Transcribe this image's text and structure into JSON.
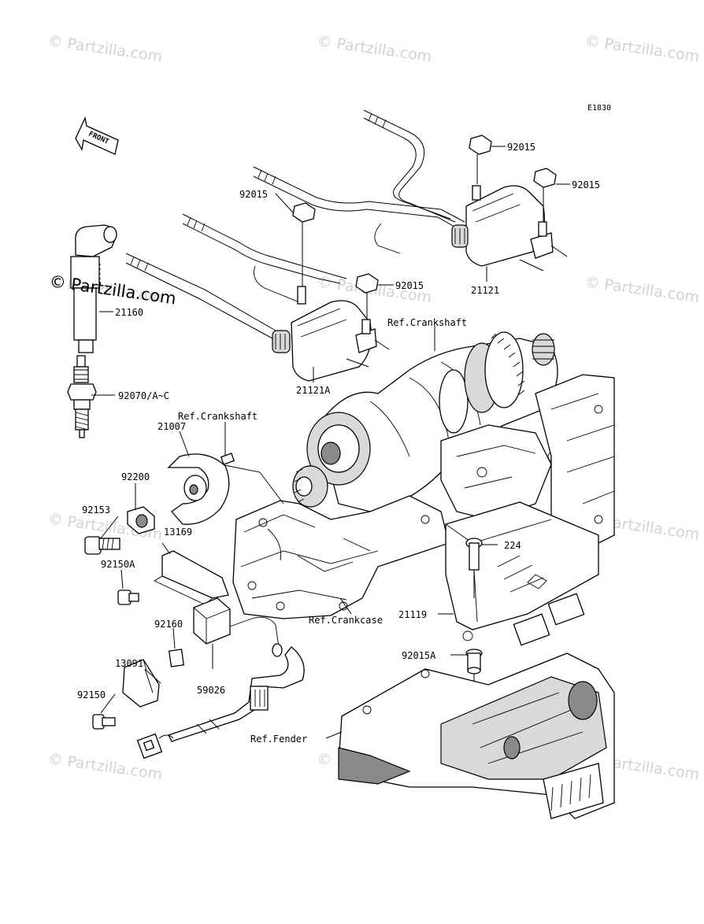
{
  "diagram_code": "E1830",
  "front_arrow_label": "FRONT",
  "watermarks": [
    "© Partzilla.com",
    "© Partzilla.com",
    "© Partzilla.com",
    "© Partzilla.com",
    "© Partzilla.com",
    "© Partzilla.com",
    "© Partzilla.com",
    "© Partzilla.com",
    "© Partzilla.com",
    "© Partzilla.com",
    "© Partzilla.com",
    "© Partzilla.com"
  ],
  "dark_watermark": "© Partzilla.com",
  "callouts": {
    "c92015_top": "92015",
    "c92015_right": "92015",
    "c92015_left": "92015",
    "c92015_mid": "92015",
    "c21121": "21121",
    "c21121A": "21121A",
    "c21160": "21160",
    "c92070": "92070/A~C",
    "ref_crankshaft_1": "Ref.Crankshaft",
    "ref_crankshaft_2": "Ref.Crankshaft",
    "c21007": "21007",
    "c92200": "92200",
    "c92153": "92153",
    "c13169": "13169",
    "c92150A": "92150A",
    "c224": "224",
    "c21119": "21119",
    "c92160": "92160",
    "c13091": "13091",
    "ref_crankcase": "Ref.Crankcase",
    "c92015A": "92015A",
    "c59026": "59026",
    "c92150": "92150",
    "ref_fender": "Ref.Fender"
  }
}
